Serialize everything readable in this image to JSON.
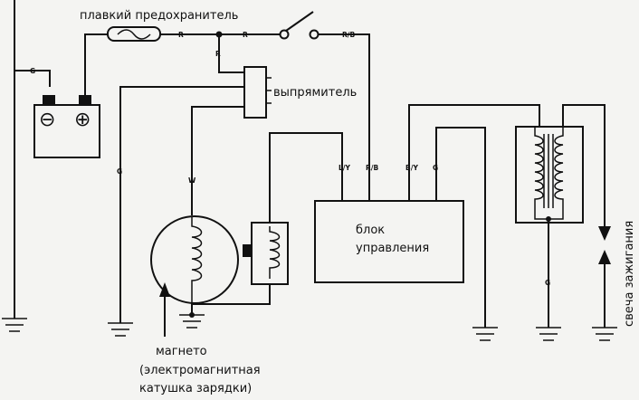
{
  "labels": {
    "fuse": "плавкий предохранитель",
    "rectifier": "выпрямитель",
    "control_unit_line1": "блок",
    "control_unit_line2": "управления",
    "magneto_line1": "магнето",
    "magneto_line2": "(электромагнитная",
    "magneto_line3": "катушка зарядки)",
    "spark_plug": "свеча зажигания"
  },
  "wire_codes": {
    "left_g": "G",
    "fuse_r": "R",
    "switch_r": "R",
    "switch_rb": "R/B",
    "tap_r": "R",
    "batt_g": "G",
    "mag_w": "W",
    "cu_ly": "L/Y",
    "cu_rb": "R/B",
    "cu_by": "B/Y",
    "cu_g": "G",
    "coil_g": "G"
  },
  "battery": {
    "minus": "⊖",
    "plus": "⊕"
  }
}
